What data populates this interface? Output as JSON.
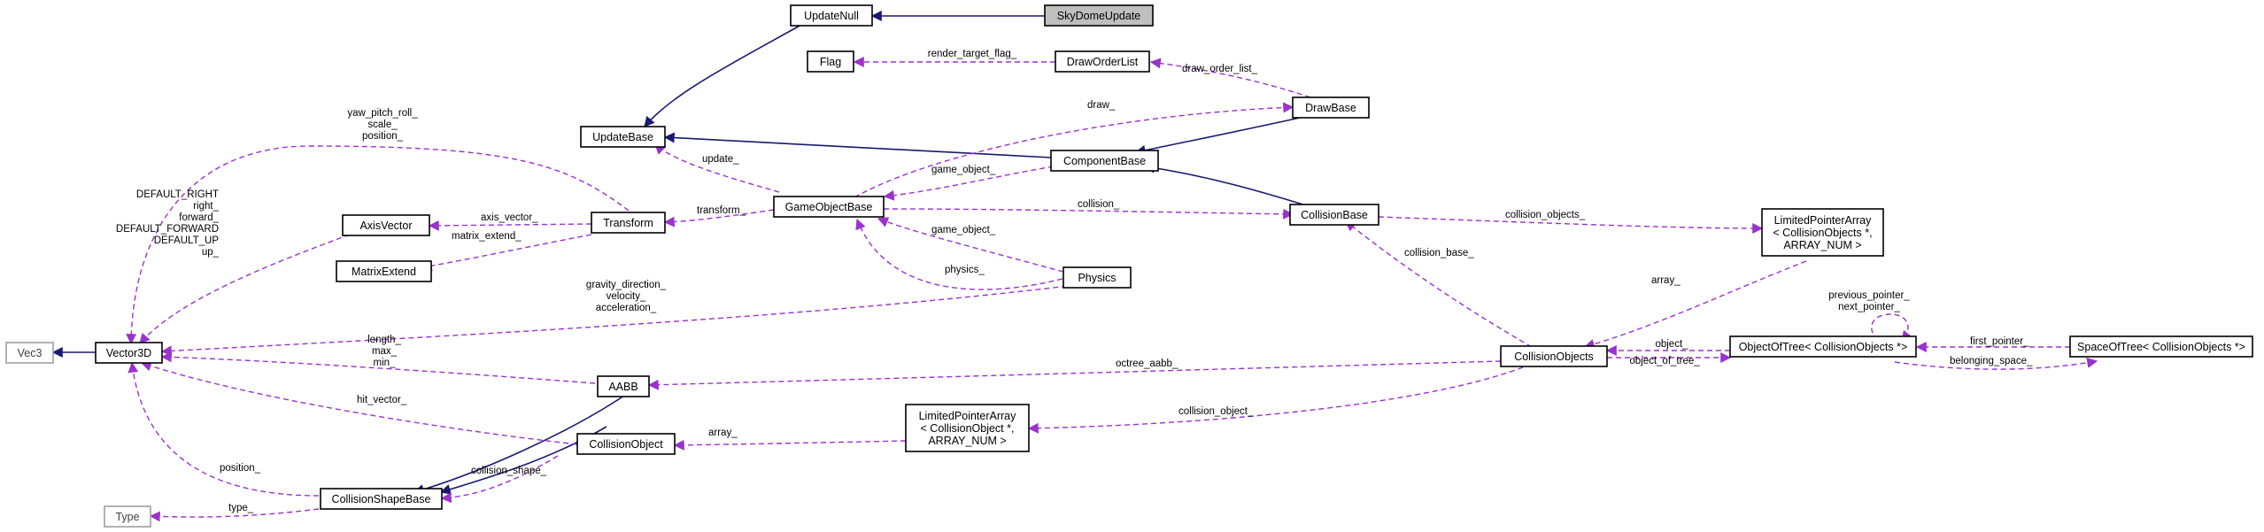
{
  "colors": {
    "inheritance_edge": "#191970",
    "usage_edge": "#9a32cd",
    "current_node_fill": "#bfbfbf",
    "external_node_border": "#a0a0a0"
  },
  "nodes": {
    "update_null": [
      "UpdateNull"
    ],
    "sky_dome_update": [
      "SkyDomeUpdate"
    ],
    "flag": [
      "Flag"
    ],
    "draw_order_list": [
      "DrawOrderList"
    ],
    "draw_base": [
      "DrawBase"
    ],
    "update_base": [
      "UpdateBase"
    ],
    "component_base": [
      "ComponentBase"
    ],
    "game_object_base": [
      "GameObjectBase"
    ],
    "collision_base": [
      "CollisionBase"
    ],
    "transform": [
      "Transform"
    ],
    "axis_vector": [
      "AxisVector"
    ],
    "matrix_extend": [
      "MatrixExtend"
    ],
    "physics": [
      "Physics"
    ],
    "limited_array_objects": [
      "LimitedPointerArray",
      "< CollisionObjects *,",
      "ARRAY_NUM >"
    ],
    "vec3": [
      "Vec3"
    ],
    "vector3d": [
      "Vector3D"
    ],
    "collision_objects": [
      "CollisionObjects"
    ],
    "object_of_tree": [
      "ObjectOfTree< CollisionObjects *>"
    ],
    "space_of_tree": [
      "SpaceOfTree< CollisionObjects *>"
    ],
    "aabb": [
      "AABB"
    ],
    "limited_array_object": [
      "LimitedPointerArray",
      "< CollisionObject *,",
      "ARRAY_NUM >"
    ],
    "collision_object": [
      "CollisionObject"
    ],
    "collision_shape_base": [
      "CollisionShapeBase"
    ],
    "type": [
      "Type"
    ]
  },
  "edge_labels": {
    "render_target_flag": [
      "render_target_flag_"
    ],
    "draw_order_list": [
      "draw_order_list_"
    ],
    "draw": [
      "draw_"
    ],
    "update": [
      "update_"
    ],
    "game_object_component": [
      "game_object_"
    ],
    "transform": [
      "transform_"
    ],
    "collision": [
      "collision_"
    ],
    "collision_objects": [
      "collision_objects_"
    ],
    "yaw_pitch_roll": [
      "yaw_pitch_roll_",
      "scale_",
      "position_"
    ],
    "default_vectors": [
      "DEFAULT_RIGHT",
      "right_",
      "forward_",
      "DEFAULT_FORWARD",
      "DEFAULT_UP",
      "up_"
    ],
    "axis_vector": [
      "axis_vector_"
    ],
    "matrix_extend": [
      "matrix_extend_"
    ],
    "game_object_physics": [
      "game_object_"
    ],
    "physics": [
      "physics_"
    ],
    "gravity": [
      "gravity_direction_",
      "velocity_",
      "acceleration_"
    ],
    "collision_base": [
      "collision_base_"
    ],
    "array_objects": [
      "array_"
    ],
    "tree_pointers": [
      "previous_pointer_",
      "next_pointer_"
    ],
    "first_pointer": [
      "first_pointer_"
    ],
    "belonging_space": [
      "belonging_space_"
    ],
    "object": [
      "object_"
    ],
    "object_of_tree": [
      "object_of_tree_"
    ],
    "length_max_min": [
      "length_",
      "max_",
      "min_"
    ],
    "octree_aabb": [
      "octree_aabb_"
    ],
    "hit_vector": [
      "hit_vector_"
    ],
    "array_object": [
      "array_"
    ],
    "collision_object": [
      "collision_object_"
    ],
    "collision_shape": [
      "collision_shape_"
    ],
    "position": [
      "position_"
    ],
    "type": [
      "type_"
    ]
  }
}
